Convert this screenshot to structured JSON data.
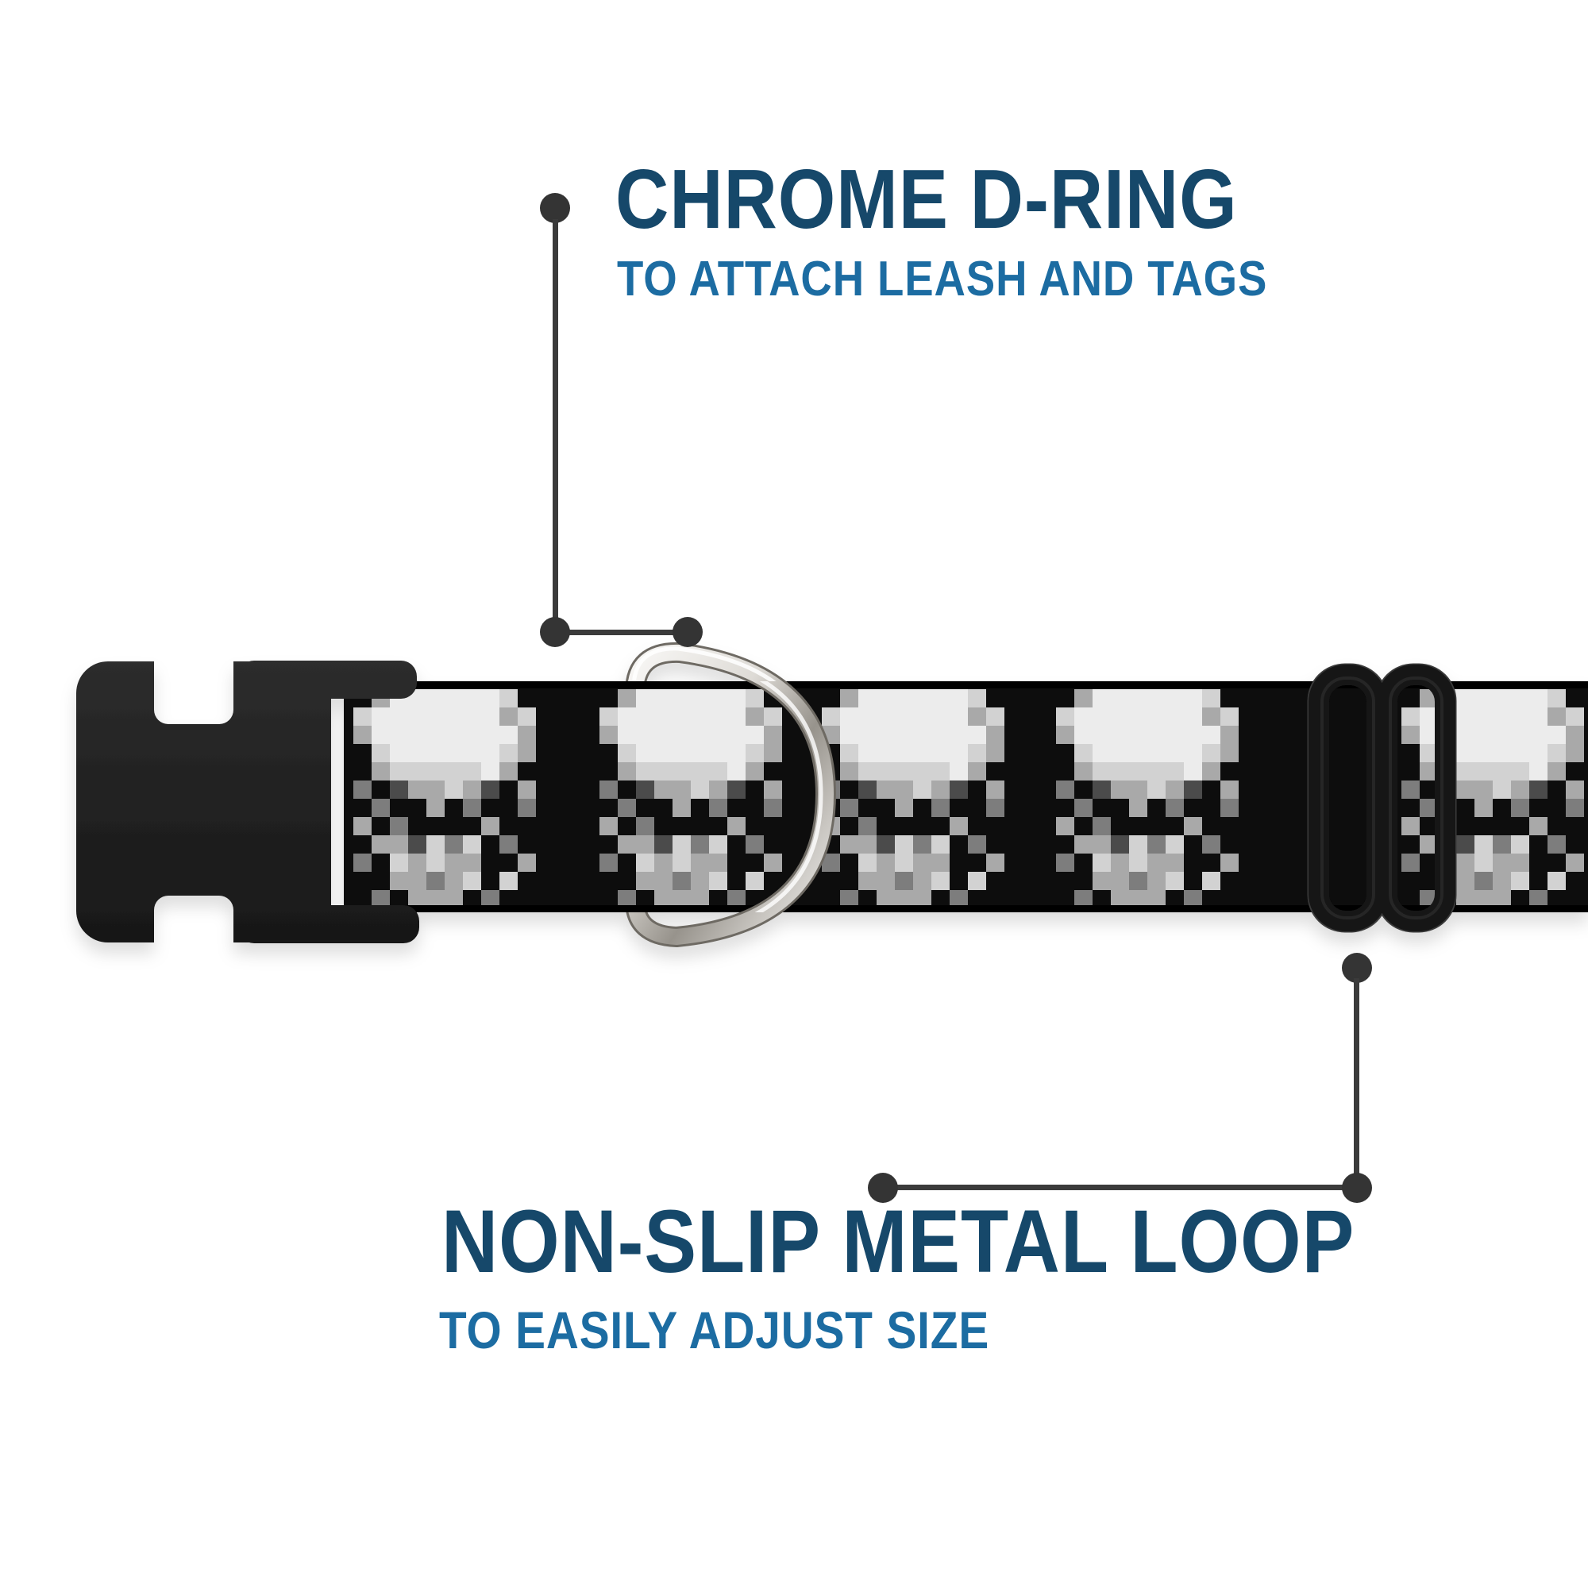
{
  "callouts": {
    "d_ring": {
      "title": "CHROME D-RING",
      "subtitle": "TO ATTACH LEASH AND TAGS"
    },
    "metal_loop": {
      "title": "NON-SLIP METAL LOOP",
      "subtitle": "TO EASILY ADJUST SIZE"
    }
  },
  "colors": {
    "title_navy": "#16486a",
    "subtitle_blue": "#1c6ca2",
    "callout_gray": "#3b3b3b",
    "plastic_black": "#1f1f1f",
    "chrome_light": "#f6f5f2",
    "chrome_dark": "#8e8981",
    "strap_black": "#070707"
  },
  "collar": {
    "description": "black nylon dog collar with pixelated 8-bit skull pattern",
    "hardware": [
      "black plastic side-release buckle",
      "chrome d-ring",
      "black non-slip tri-glide metal loop"
    ],
    "skull_pattern": {
      "cell": 23,
      "palette": {
        "1": "#ececec",
        "2": "#d2d2d2",
        "3": "#a9a9a9",
        "4": "#7d7d7d",
        "5": "#4c4c4c",
        "6": "#2a2a2a"
      },
      "rows": [
        "..31111112..",
        ".2111111132.",
        ".3111111113.",
        "..211111123.",
        "..32222213..",
        ".4.533235.3.",
        "..4..3.4..4.",
        ".3.4....3...",
        "..335242.4..",
        ".4.23233..3.",
        "...33432.2..",
        "..4.333.4..."
      ],
      "positions_x": [
        560,
        870,
        1150,
        1445,
        1880
      ]
    }
  }
}
